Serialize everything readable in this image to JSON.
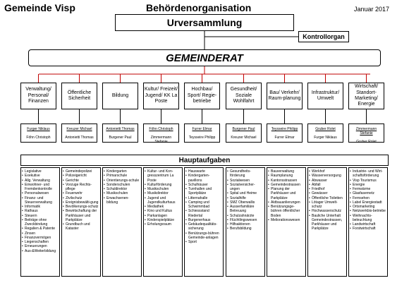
{
  "header": {
    "left_title": "Gemeinde Visp",
    "center_title": "Behördenorganisation",
    "date": "Januar 2017"
  },
  "top": {
    "urversammlung": "Urversammlung",
    "kontrollorgan": "Kontrollorgan",
    "gemeinderat": "GEMEINDERAT"
  },
  "departments": [
    {
      "name": "Verwaltung/ Personal/ Finanzen",
      "person1": "Furger Niklaus",
      "person2": "Föhn Christoph"
    },
    {
      "name": "Öffentliche Sicherheit",
      "person1": "Kreuzer Michael",
      "person2": "Antonietti Thomas"
    },
    {
      "name": "Bildung",
      "person1": "Antonietti Thomas",
      "person2": "Burgener Paul"
    },
    {
      "name": "Kultur/ Freizeit/ Jugend/ KK La Poste",
      "person1": "Föhn Christoph",
      "person2": "Zimmermann Stefanie"
    },
    {
      "name": "Hochbau/ Sport/ Regie-betriebe",
      "person1": "Furrer Elmar",
      "person2": "Teysseire Philipp"
    },
    {
      "name": "Gesundheit/ Soziale Wohlfahrt",
      "person1": "Burgener Paul",
      "person2": "Kreuzer Michael"
    },
    {
      "name": "Bau/ Verkehr/ Raum-planung",
      "person1": "Teysseire Philipp",
      "person2": "Furrer Elmar"
    },
    {
      "name": "Infrastruktur/ Umwelt",
      "person1": "Gruber Rolet",
      "person2": "Furger Niklaus"
    },
    {
      "name": "Wirtschaft/ Standort-Marketing/ Energie",
      "person1": "Zimmermann Stefanie",
      "person2": "Gruber Rolet"
    }
  ],
  "hauptaufgaben_title": "Hauptaufgaben",
  "tasks": [
    [
      "Legislative",
      "Exekutive",
      "Allg. Verwaltung",
      "Einwohner- und Fremdenkontrolle",
      "Personalwesen",
      "Finanz- und Steuerverwaltung",
      "Informatik",
      "Rathaus",
      "Steuern",
      "Beiträge ohne Zweckbindung",
      "Regalien & Patente",
      "Zinsen",
      "Finanzvermögen",
      "Liegenschaften",
      "Erneuerungen",
      "Aus-&Weiterbildung"
    ],
    [
      "Gemeindepolizei",
      "Polizeigericht",
      "Gerichte",
      "Vorzuge Rechts-pflege",
      "Feuerwehr",
      "Zivilschutz",
      "Ereignisbewälti-gung",
      "Bevölkerungs-schutz",
      "Bewirtschaftung der Parkhäuser und Parkplätze",
      "Grundbuch und Kataster"
    ],
    [
      "Kindergarten",
      "Primarschule",
      "Orientierungs-schule",
      "Sonderschulen",
      "Schuldirektor",
      "Musikschulen",
      "Erwachsenen-bildung"
    ],
    [
      "Kultur- und Kon-gresszentrum La Poste",
      "Kulturförderung",
      "Musikschulen",
      "Musikdirektor",
      "Jugend und Jugendkulturhaus",
      "Mediathek",
      "Kino und Kultus",
      "Parkanlagen",
      "Kinderspielplätze",
      "Erholungsraum"
    ],
    [
      "Hauswarte",
      "Kindergarten-pavillons",
      "Schulhäuser",
      "Turnhallen und Sportplätze",
      "Litternahalle",
      "Camping und Schwimmbad",
      "Schiessstand Riedertal",
      "Burgenerhaus",
      "Gebäudequalitäts-sicherung",
      "Benützungs-bühren Gemeinde-anlagen",
      "Sport"
    ],
    [
      "Gesundheits-förderung",
      "Sozialwesen",
      "Sozialversicher-ungen",
      "Spital und Heime",
      "Sozialhilfe",
      "SMZ Oberwallis",
      "Ausserfamiliäre Betreuung",
      "Schulzahnärzte",
      "Flüchtlingswesen",
      "Hilfsaktionen",
      "Berufsbildung"
    ],
    [
      "Bauverwaltung",
      "Raumplanung",
      "Kantonsstrassen",
      "Gemeindestrassen",
      "Planung der Parkhäuser und Parkplätze",
      "Aktbauanlierungen",
      "Benützungsge-bühren öffentlicher Boden",
      "Meliorationswesen"
    ],
    [
      "Werkhof",
      "Wasserversorgung",
      "Abwasser",
      "Abfall",
      "Friedhof",
      "Gewässer",
      "Öffentliche Toiletten",
      "Lötager Umwelt-schutz",
      "Hochwasserschutz",
      "Bauliche Unterhalt Gemeindestrassen, Parkhäuser und Parkplätze"
    ],
    [
      "Industrie- und Wirt-schaftsförderung",
      "Visp Tourismus",
      "Energie",
      "Fernwärme",
      "Glasfasernetz",
      "Fernsehen",
      "Label Energiestadt",
      "Ortsmarketing",
      "Netzwerkbis-betriebe",
      "Weihnachts-beleuchtung",
      "Landwirtschaft",
      "Forstwirtschaft"
    ]
  ]
}
